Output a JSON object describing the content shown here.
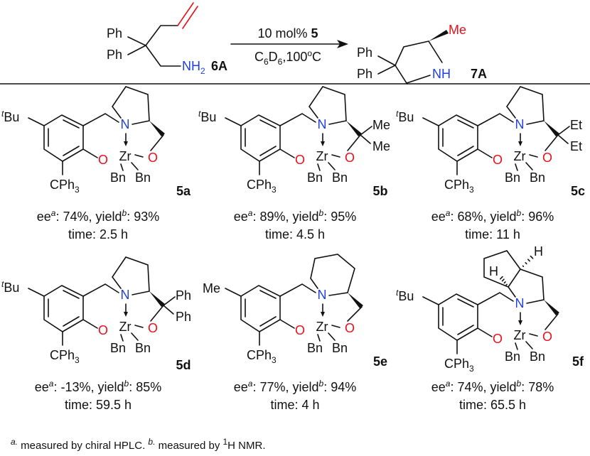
{
  "reaction": {
    "substrate": {
      "ph1": "Ph",
      "ph2": "Ph",
      "amine_main": "NH",
      "amine_sub": "2",
      "label": "6A"
    },
    "reagent": {
      "loading": "10 mol% ",
      "catalyst": "5"
    },
    "conditions": {
      "c": "C",
      "c_sub": "6",
      "d": "D",
      "d_sub": "6",
      "temp": ",100",
      "deg": "o",
      "unit": "C"
    },
    "product": {
      "ph1": "Ph",
      "ph2": "Ph",
      "nh": "NH",
      "me": "Me",
      "label": "7A"
    }
  },
  "atoms": {
    "N": "N",
    "O": "O",
    "Zr": "Zr",
    "Bn": "Bn",
    "CPh": "CPh",
    "three": "3",
    "t": "t",
    "Bu": "Bu",
    "Me": "Me",
    "H": "H"
  },
  "result_labels": {
    "ee": "ee",
    "a": "a",
    "yield": "yield",
    "b": "b",
    "time": "time: "
  },
  "catalysts": [
    {
      "id": "5a",
      "aryl": "tBu",
      "ring": "pyrrolidine",
      "alpha": [],
      "ee": ": 74%, ",
      "yield": ": 93%",
      "time": "2.5 h"
    },
    {
      "id": "5b",
      "aryl": "tBu",
      "ring": "pyrrolidine",
      "alpha": [
        "Me",
        "Me"
      ],
      "ee": ": 89%, ",
      "yield": ": 95%",
      "time": "4.5 h"
    },
    {
      "id": "5c",
      "aryl": "tBu",
      "ring": "pyrrolidine",
      "alpha": [
        "Et",
        "Et"
      ],
      "ee": ": 68%, ",
      "yield": ": 96%",
      "time": "11 h"
    },
    {
      "id": "5d",
      "aryl": "tBu",
      "ring": "pyrrolidine",
      "alpha": [
        "Ph",
        "Ph"
      ],
      "ee": ": -13%, ",
      "yield": ": 85%",
      "time": "59.5 h"
    },
    {
      "id": "5e",
      "aryl": "Me",
      "ring": "piperidine",
      "alpha": [],
      "ee": ": 77%, ",
      "yield": ": 94%",
      "time": "4 h"
    },
    {
      "id": "5f",
      "aryl": "tBu",
      "ring": "bicyclic",
      "alpha": [],
      "ee": ": 74%, ",
      "yield": ": 78%",
      "time": "65.5 h"
    }
  ],
  "footnote": {
    "a": "a.",
    "a_text": " measured by chiral HPLC. ",
    "b": "b.",
    "b_text": " measured by ",
    "one": "1",
    "b_end": "H NMR."
  }
}
